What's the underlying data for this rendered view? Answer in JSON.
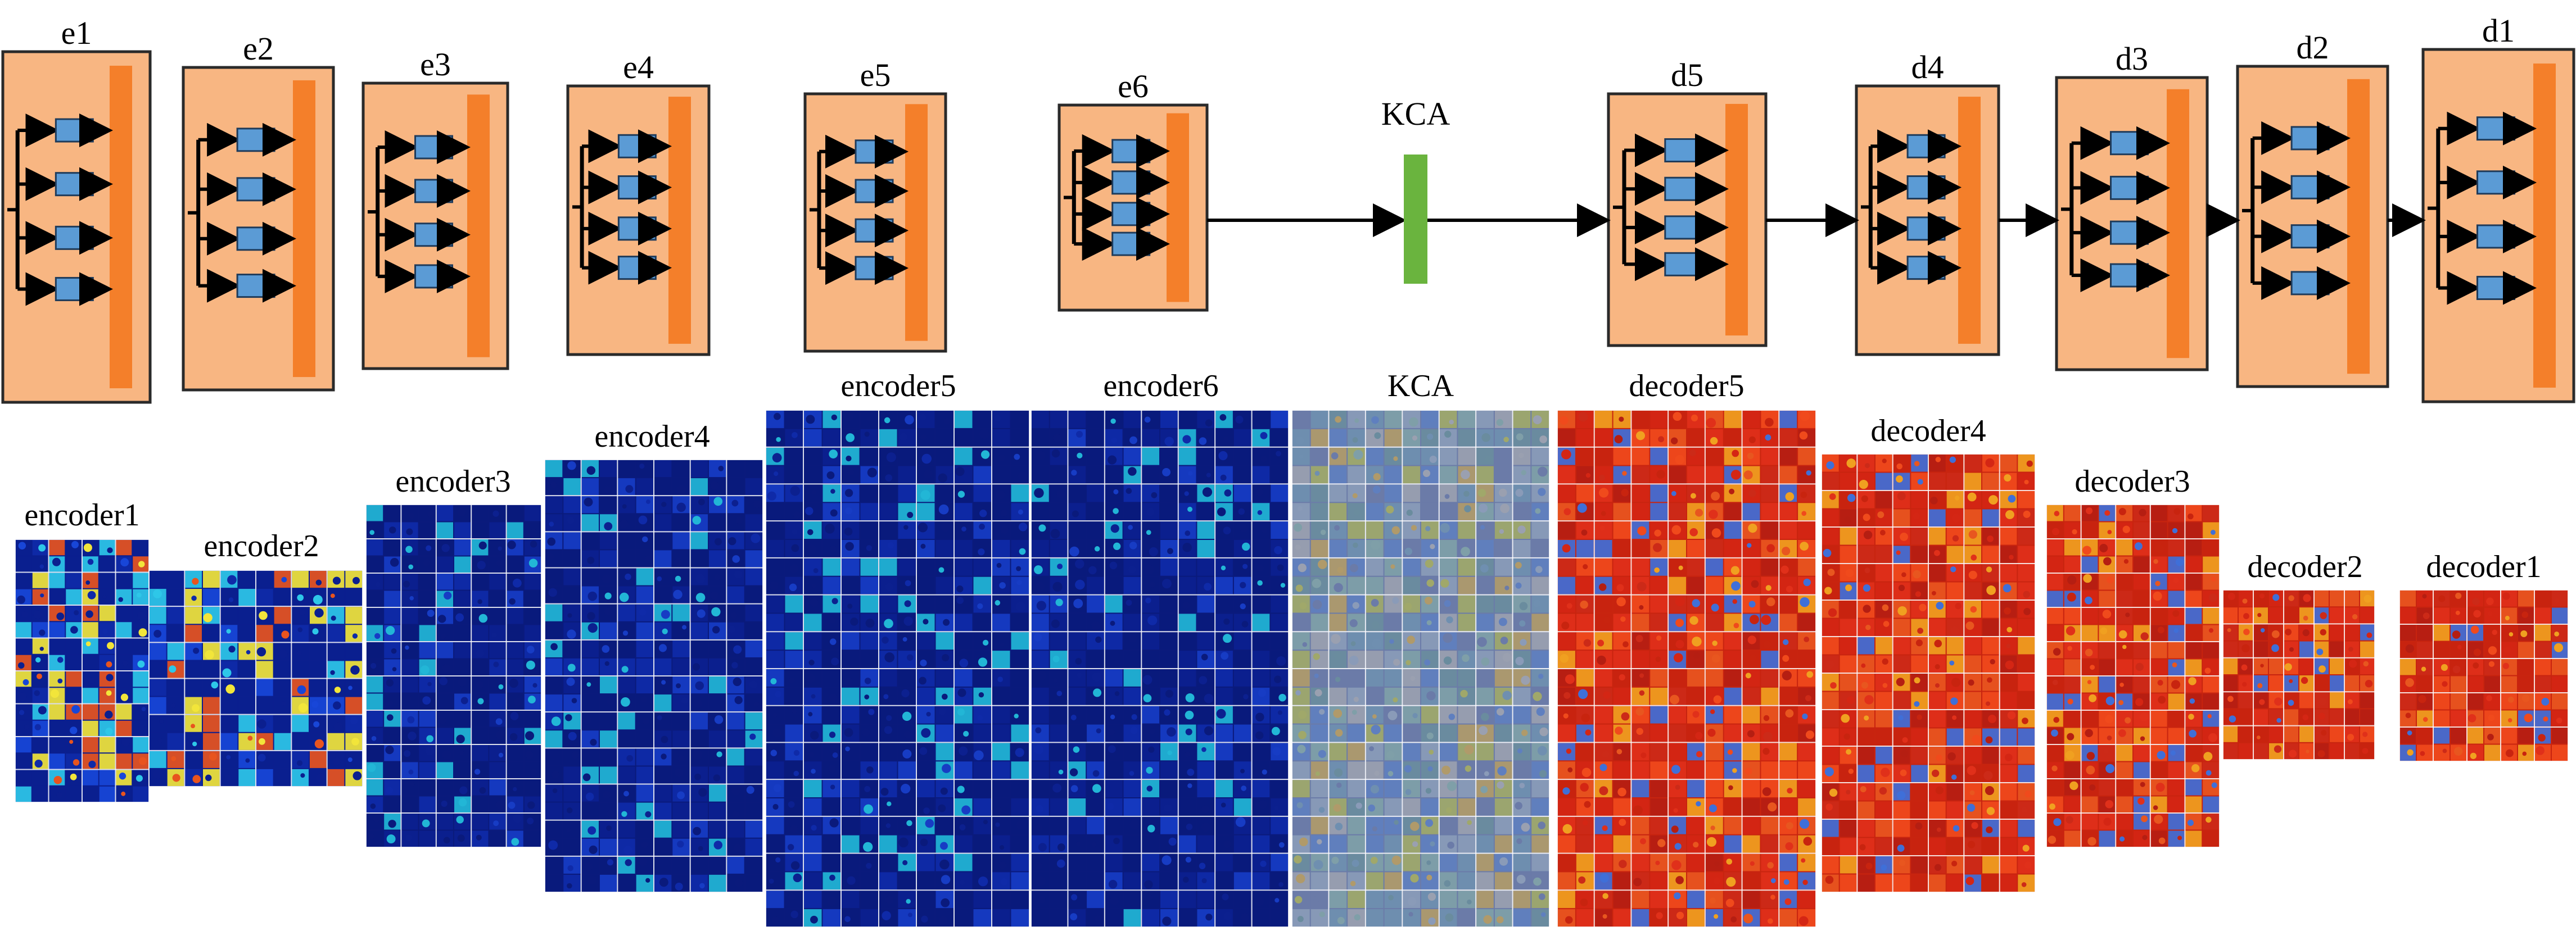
{
  "blocks": [
    {
      "id": "e1",
      "label": "e1"
    },
    {
      "id": "e2",
      "label": "e2"
    },
    {
      "id": "e3",
      "label": "e3"
    },
    {
      "id": "e4",
      "label": "e4"
    },
    {
      "id": "e5",
      "label": "e5"
    },
    {
      "id": "e6",
      "label": "e6"
    },
    {
      "id": "d5",
      "label": "d5"
    },
    {
      "id": "d4",
      "label": "d4"
    },
    {
      "id": "d3",
      "label": "d3"
    },
    {
      "id": "d2",
      "label": "d2"
    },
    {
      "id": "d1",
      "label": "d1"
    }
  ],
  "kca": {
    "label": "KCA"
  },
  "maps": [
    {
      "id": "encoder1",
      "label": "encoder1",
      "palette": "enc-bright"
    },
    {
      "id": "encoder2",
      "label": "encoder2",
      "palette": "enc-bright"
    },
    {
      "id": "encoder3",
      "label": "encoder3",
      "palette": "enc-dark"
    },
    {
      "id": "encoder4",
      "label": "encoder4",
      "palette": "enc-dark"
    },
    {
      "id": "encoder5",
      "label": "encoder5",
      "palette": "enc-dark"
    },
    {
      "id": "encoder6",
      "label": "encoder6",
      "palette": "enc-dark"
    },
    {
      "id": "kca_map",
      "label": "KCA",
      "palette": "kca"
    },
    {
      "id": "decoder5",
      "label": "decoder5",
      "palette": "dec"
    },
    {
      "id": "decoder4",
      "label": "decoder4",
      "palette": "dec"
    },
    {
      "id": "decoder3",
      "label": "decoder3",
      "palette": "dec"
    },
    {
      "id": "decoder2",
      "label": "decoder2",
      "palette": "dec"
    },
    {
      "id": "decoder1",
      "label": "decoder1",
      "palette": "dec"
    }
  ],
  "colors": {
    "block_fill": "#F8B682",
    "block_stroke": "#2a2a2a",
    "bar_fill": "#F47F2A",
    "mini_fill": "#5B9BD5",
    "mini_stroke": "#1f3b5a",
    "kca_fill": "#6AB43E",
    "arrow": "#000000"
  }
}
